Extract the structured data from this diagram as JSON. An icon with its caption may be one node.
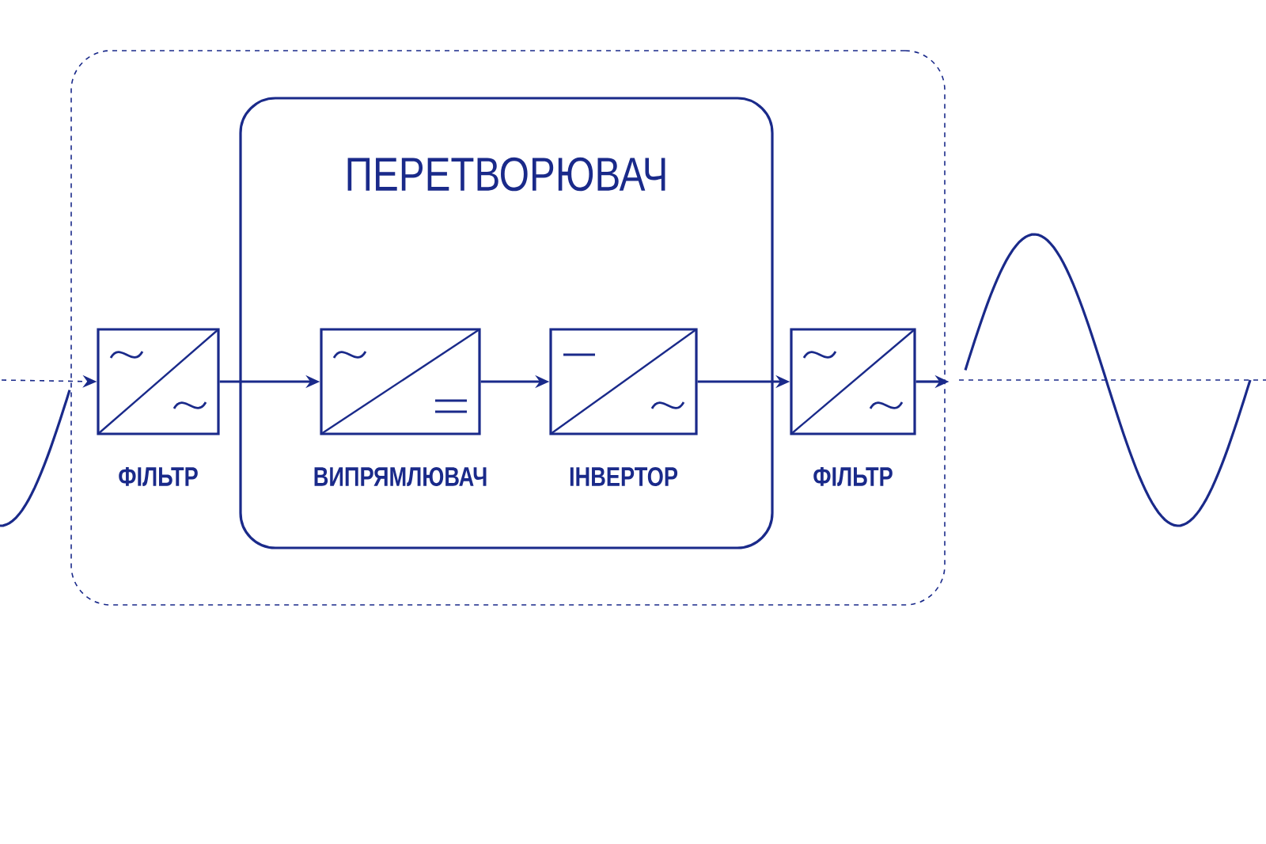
{
  "diagram": {
    "nodes": [
      {
        "text": [],
        "shape": "box"
      },
      {
        "text": [
          "ПЕРЕТВОРЮВАЧ"
        ],
        "in": 0
      },
      {
        "text": [
          "ФІЛЬТР"
        ],
        "in": 0
      },
      {
        "text": [
          "ВИПРЯМЛЮВАЧ"
        ],
        "in": 1
      },
      {
        "text": [
          "ІНВЕРТОР"
        ],
        "in": 1
      },
      {
        "text": [
          "ФІЛЬТР"
        ],
        "in": 0
      },
      {
        "text": [],
        "shape": "wave"
      }
    ],
    "edges": [
      {
        "from": null,
        "to": 2,
        "arrow": "to",
        "style": "dashed"
      },
      {
        "from": 2,
        "to": 3,
        "arrow": "to"
      },
      {
        "from": 3,
        "to": 4,
        "arrow": "to"
      },
      {
        "from": 4,
        "to": 5,
        "arrow": "to"
      },
      {
        "from": 5,
        "to": 6,
        "arrow": "to"
      }
    ]
  }
}
